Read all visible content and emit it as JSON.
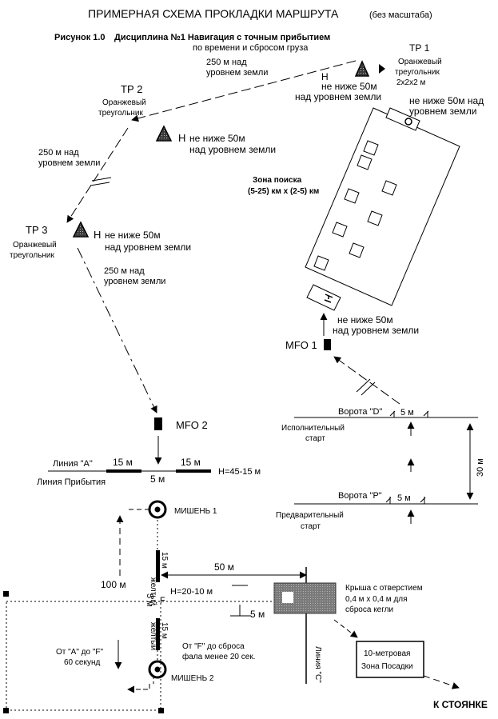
{
  "header": {
    "title": "ПРИМЕРНАЯ СХЕМА ПРОКЛАДКИ МАРШРУТА",
    "scale_note": "(без масштаба)",
    "figure_label": "Рисунок  1.0",
    "discipline": "Дисциплина №1 Навигация с точным прибытием",
    "discipline_sub": "по времени и сбросом груза"
  },
  "tp1": {
    "label": "ТР 1",
    "desc_1": "Оранжевый",
    "desc_2": "треугольник",
    "size": "2х2х2 м",
    "h_mark": "Н",
    "alt_1": "не ниже 50м",
    "alt_2": "над уровнем земли",
    "alt_right": "не ниже 50м над уровнем земли"
  },
  "leg_tp2_tp1": {
    "line_1": "250 м над",
    "line_2": "уровнем земли"
  },
  "tp2": {
    "label": "ТР 2",
    "desc_1": "Оранжевый",
    "desc_2": "треугольник",
    "h_mark": "Н",
    "alt_1": "не ниже 50м",
    "alt_2": "над уровнем земли"
  },
  "leg_tp2_tp3": {
    "line_1": "250 м над",
    "line_2": "уровнем земли"
  },
  "tp3": {
    "label": "ТР 3",
    "desc_1": "Оранжевый",
    "desc_2": "треугольник",
    "h_mark": "Н",
    "alt_1": "не ниже 50м",
    "alt_2": "над уровнем земли"
  },
  "leg_tp3_mfo2": {
    "line_1": "250 м над",
    "line_2": "уровнем земли"
  },
  "search_zone": {
    "title": "Зона поиска",
    "size": "(5-25) км х (2-5) км"
  },
  "mfo1": {
    "label": "MFO 1",
    "alt_1": "не ниже 50м",
    "alt_2": "над уровнем земли"
  },
  "gate_d": {
    "label": "Ворота \"D\"",
    "width": "5 м",
    "start": "Исполнительный",
    "start_2": "старт"
  },
  "gate_p": {
    "label": "Ворота \"P\"",
    "width": "5 м",
    "start": "Предварительный",
    "start_2": "старт"
  },
  "gate_distance": "30 м",
  "mfo2": {
    "label": "MFO 2"
  },
  "line_a": {
    "label": "Линия \"А\"",
    "seg_left": "15 м",
    "seg_right": "15 м",
    "gap": "5 м",
    "height": "Н=45-15 м",
    "arrival": "Линия Прибытия"
  },
  "target1": {
    "label": "МИШЕНЬ 1"
  },
  "target2": {
    "label": "МИШЕНЬ 2"
  },
  "yellow_top": {
    "color_word": "желтый",
    "length": "15 м"
  },
  "yellow_bottom": {
    "color_word": "желтый",
    "length": "15 м"
  },
  "line_f": {
    "dist_100": "100 м",
    "gap": "5 м",
    "f_mark": "F",
    "height": "Н=20-10 м",
    "dist_50": "50 м",
    "offset": "5 м"
  },
  "roof": {
    "line_1": "Крыша с отверстием",
    "line_2": "0,4 м х 0,4 м для",
    "line_3": "сброса кегли"
  },
  "line_c": {
    "label": "Линия \"С\""
  },
  "time_af": {
    "line_1": "От \"А\" до \"F\"",
    "line_2": "60 секунд"
  },
  "time_f": {
    "line_1": "От \"F\" до сброса",
    "line_2": "фала менее 20 сек."
  },
  "landing": {
    "line_1": "10-метровая",
    "line_2": "Зона Посадки"
  },
  "parking": "К СТОЯНКЕ",
  "colors": {
    "zone_fill": "#ffffff",
    "roof_fill": "#8a8a8a",
    "triangle_fill": "#444444"
  }
}
